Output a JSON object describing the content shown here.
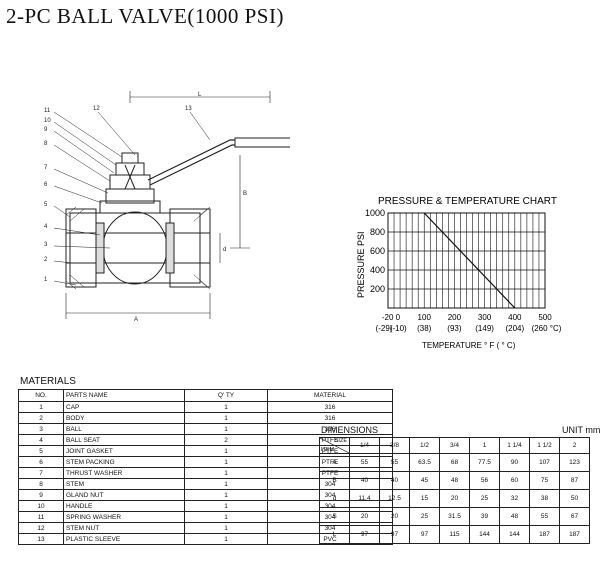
{
  "title": "2-PC BALL VALVE(1000 PSI)",
  "drawing": {
    "callouts": [
      "11",
      "10",
      "9",
      "8",
      "7",
      "6",
      "5",
      "4",
      "3",
      "2",
      "1"
    ],
    "top_callouts": [
      "12",
      "13"
    ],
    "dim_L": "L",
    "dim_B": "B",
    "dim_A": "A",
    "dim_d": "d"
  },
  "chart_data": {
    "type": "line",
    "title": "PRESSURE & TEMPERATURE CHART",
    "ylabel": "PRESSURE PSI",
    "xlabel": "TEMPERATURE ° F ( ° C)",
    "y_ticks": [
      "1000",
      "800",
      "600",
      "400",
      "200"
    ],
    "x_ticks_f": [
      "-20 0",
      "100",
      "200",
      "300",
      "400",
      "500"
    ],
    "x_ticks_c": [
      "(-29)",
      "(-10)",
      "(38)",
      "(93)",
      "(149)",
      "(204)",
      "(260 °C)"
    ],
    "ylim": [
      0,
      1000
    ],
    "xlim": [
      -20,
      500
    ],
    "grid": true,
    "series": [
      {
        "x": [
          100,
          400
        ],
        "y": [
          1000,
          0
        ]
      }
    ]
  },
  "materials": {
    "title": "MATERIALS",
    "headers": [
      "NO.",
      "PARTS NAME",
      "Q' TY",
      "MATERIAL"
    ],
    "rows": [
      [
        "1",
        "CAP",
        "1",
        "316"
      ],
      [
        "2",
        "BODY",
        "1",
        "316"
      ],
      [
        "3",
        "BALL",
        "1",
        "316"
      ],
      [
        "4",
        "BALL SEAT",
        "2",
        "PTFE"
      ],
      [
        "5",
        "JOINT GASKET",
        "1",
        "PTFE"
      ],
      [
        "6",
        "STEM PACKING",
        "1",
        "PTFE"
      ],
      [
        "7",
        "THRUST WASHER",
        "1",
        "PTFE"
      ],
      [
        "8",
        "STEM",
        "1",
        "304"
      ],
      [
        "9",
        "GLAND NUT",
        "1",
        "304"
      ],
      [
        "10",
        "HANDLE",
        "1",
        "304"
      ],
      [
        "11",
        "SPRING WASHER",
        "1",
        "304"
      ],
      [
        "12",
        "STEM NUT",
        "1",
        "304"
      ],
      [
        "13",
        "PLASTIC SLEEVE",
        "1",
        "PVC"
      ]
    ]
  },
  "dimensions": {
    "title": "DIMENSIONS",
    "unit": "UNIT mm",
    "corner_size": "SIZE",
    "corner_item": "ITEM",
    "sizes": [
      "1/4",
      "3/8",
      "1/2",
      "3/4",
      "1",
      "1 1/4",
      "1 1/2",
      "2"
    ],
    "rows": [
      {
        "item": "A",
        "values": [
          "55",
          "55",
          "63.5",
          "68",
          "77.5",
          "90",
          "107",
          "123"
        ]
      },
      {
        "item": "B",
        "values": [
          "40",
          "40",
          "45",
          "48",
          "56",
          "60",
          "75",
          "87"
        ]
      },
      {
        "item": "d",
        "values": [
          "11.4",
          "12.5",
          "15",
          "20",
          "25",
          "32",
          "38",
          "50"
        ]
      },
      {
        "item": "S",
        "values": [
          "20",
          "20",
          "25",
          "31.5",
          "39",
          "48",
          "55",
          "67"
        ]
      },
      {
        "item": "L",
        "values": [
          "97",
          "97",
          "97",
          "115",
          "144",
          "144",
          "187",
          "187"
        ]
      }
    ]
  }
}
